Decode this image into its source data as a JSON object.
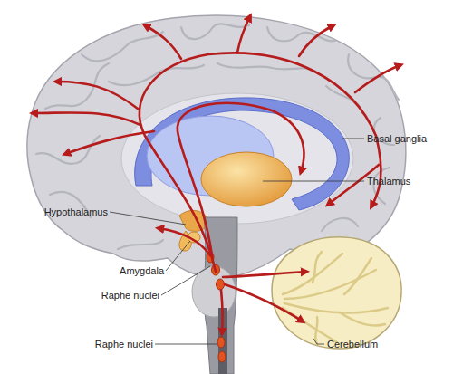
{
  "diagram": {
    "labels": [
      "Basal ganglia",
      "Thalamus",
      "Hypothalamus",
      "Amygdala",
      "Raphe nuclei",
      "Raphe nuclei",
      "Cerebellum"
    ]
  }
}
